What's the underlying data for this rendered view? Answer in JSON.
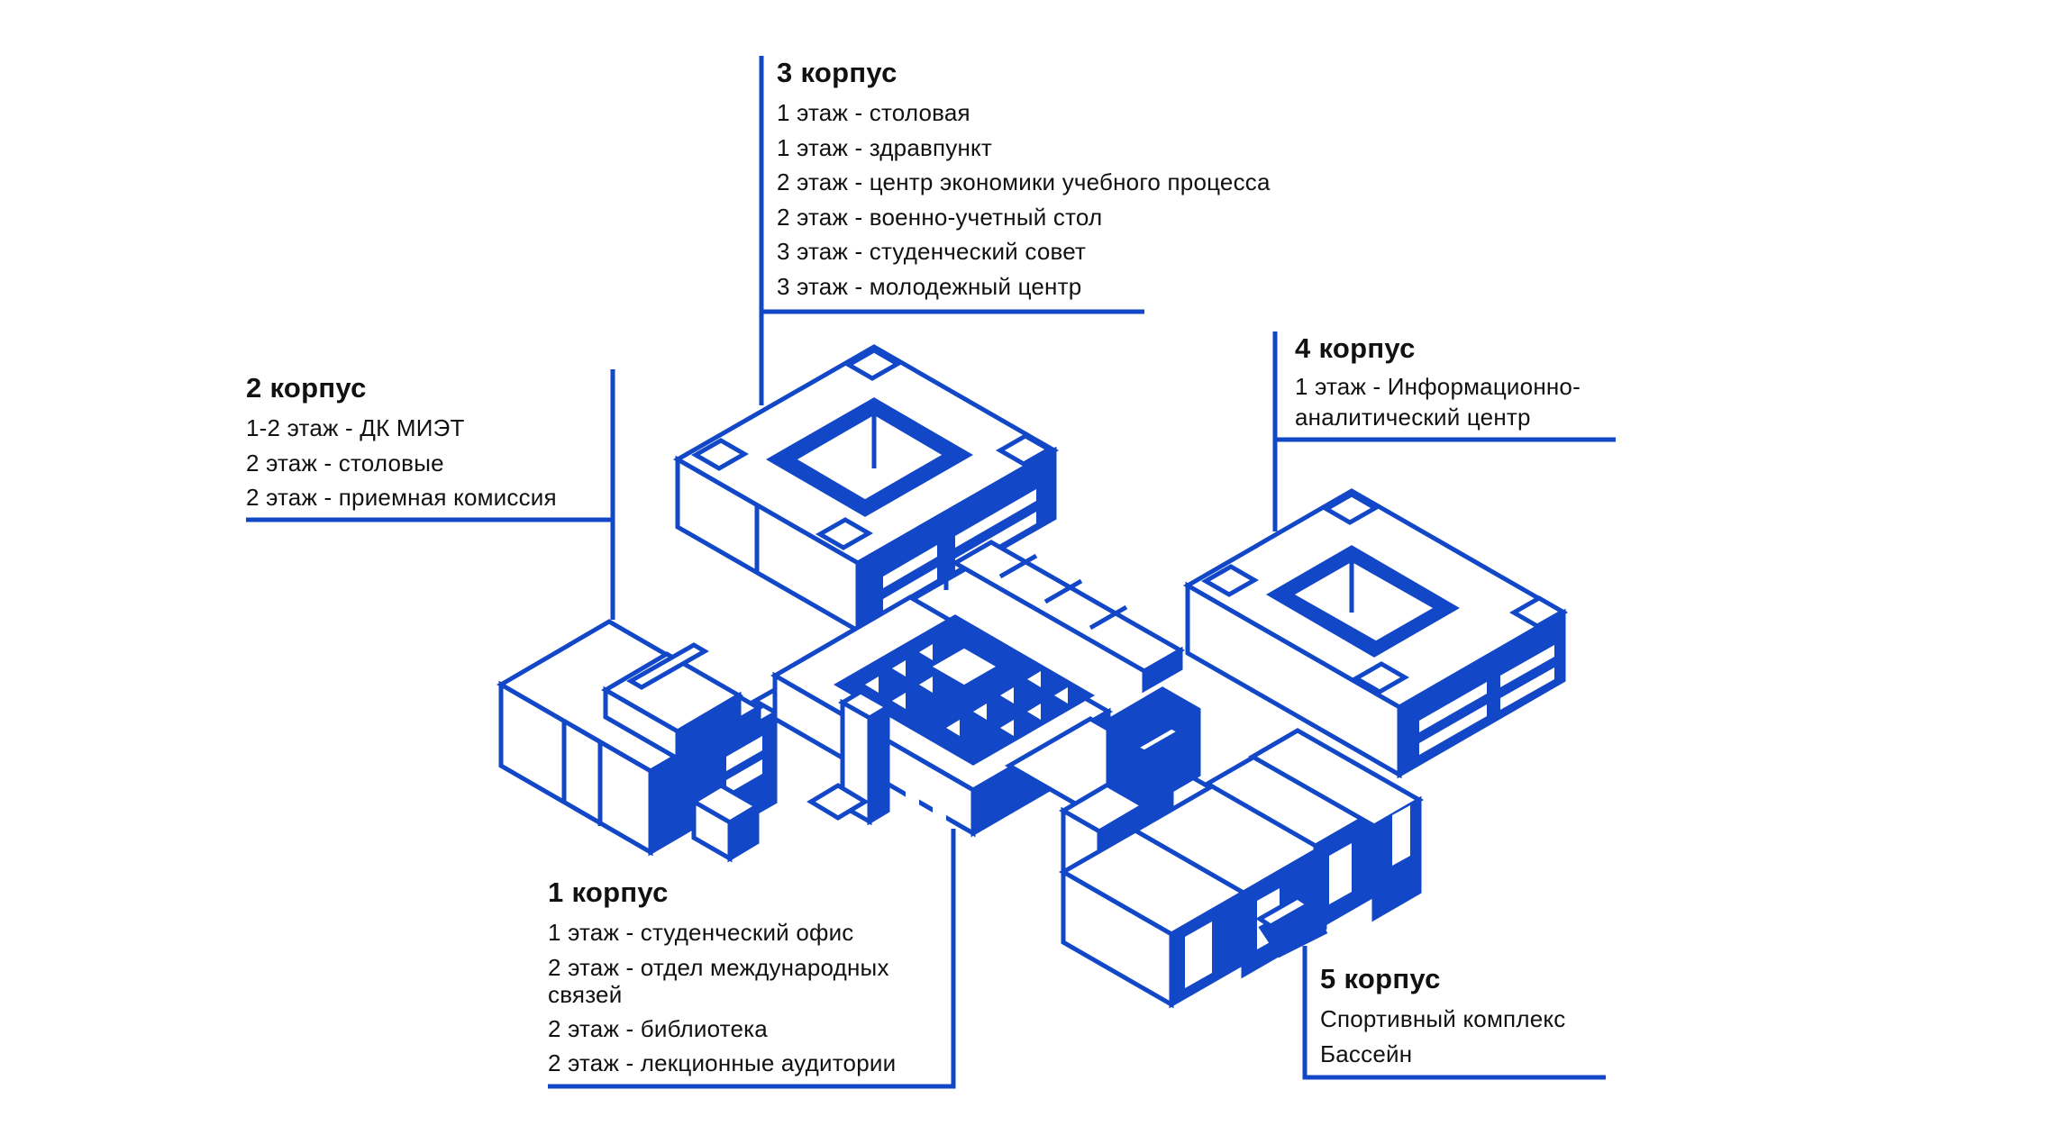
{
  "diagram": {
    "subject": "Isometric campus map of buildings",
    "accent_color": "#1247C8",
    "text_color": "#111111",
    "background": "#ffffff"
  },
  "buildings": [
    {
      "id": "korpus-3",
      "title": "3 корпус",
      "items": [
        "1 этаж - столовая",
        "1 этаж - здравпункт",
        "2 этаж - центр экономики учебного процесса",
        "2 этаж - военно-учетный стол",
        "3 этаж - студенческий совет",
        "3 этаж - молодежный центр"
      ]
    },
    {
      "id": "korpus-2",
      "title": "2 корпус",
      "items": [
        "1-2 этаж - ДК МИЭТ",
        "2 этаж - столовые",
        "2 этаж - приемная комиссия"
      ]
    },
    {
      "id": "korpus-4",
      "title": "4 корпус",
      "items": [
        "1 этаж - Информационно-аналитический центр"
      ]
    },
    {
      "id": "korpus-1",
      "title": "1 корпус",
      "items": [
        "1 этаж - студенческий офис",
        "2 этаж - отдел международных связей",
        "2 этаж - библиотека",
        "2 этаж - лекционные аудитории"
      ]
    },
    {
      "id": "korpus-5",
      "title": "5 корпус",
      "items": [
        "Спортивный комплекс",
        "Бассейн"
      ]
    }
  ]
}
